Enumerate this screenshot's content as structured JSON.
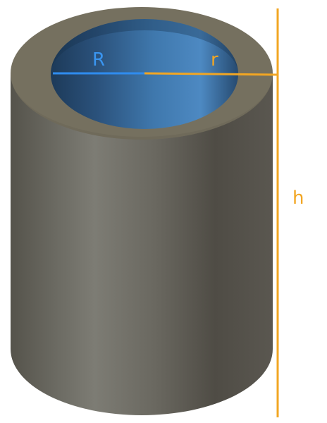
{
  "diagram": {
    "labels": {
      "outer_radius": "R",
      "inner_radius": "r",
      "height": "h"
    },
    "colors": {
      "outer_radius_line": "#2f8cef",
      "inner_radius_line": "#f2a623",
      "height_line": "#f2a623",
      "label_R": "#3a95f0",
      "label_r": "#f2a623",
      "label_h": "#f2a623",
      "shell_dark": "#4f4c45",
      "shell_light": "#7b7a72",
      "top_face": "#75705f",
      "bore_dark": "#1a3552",
      "bore_light": "#4a86bf"
    }
  }
}
